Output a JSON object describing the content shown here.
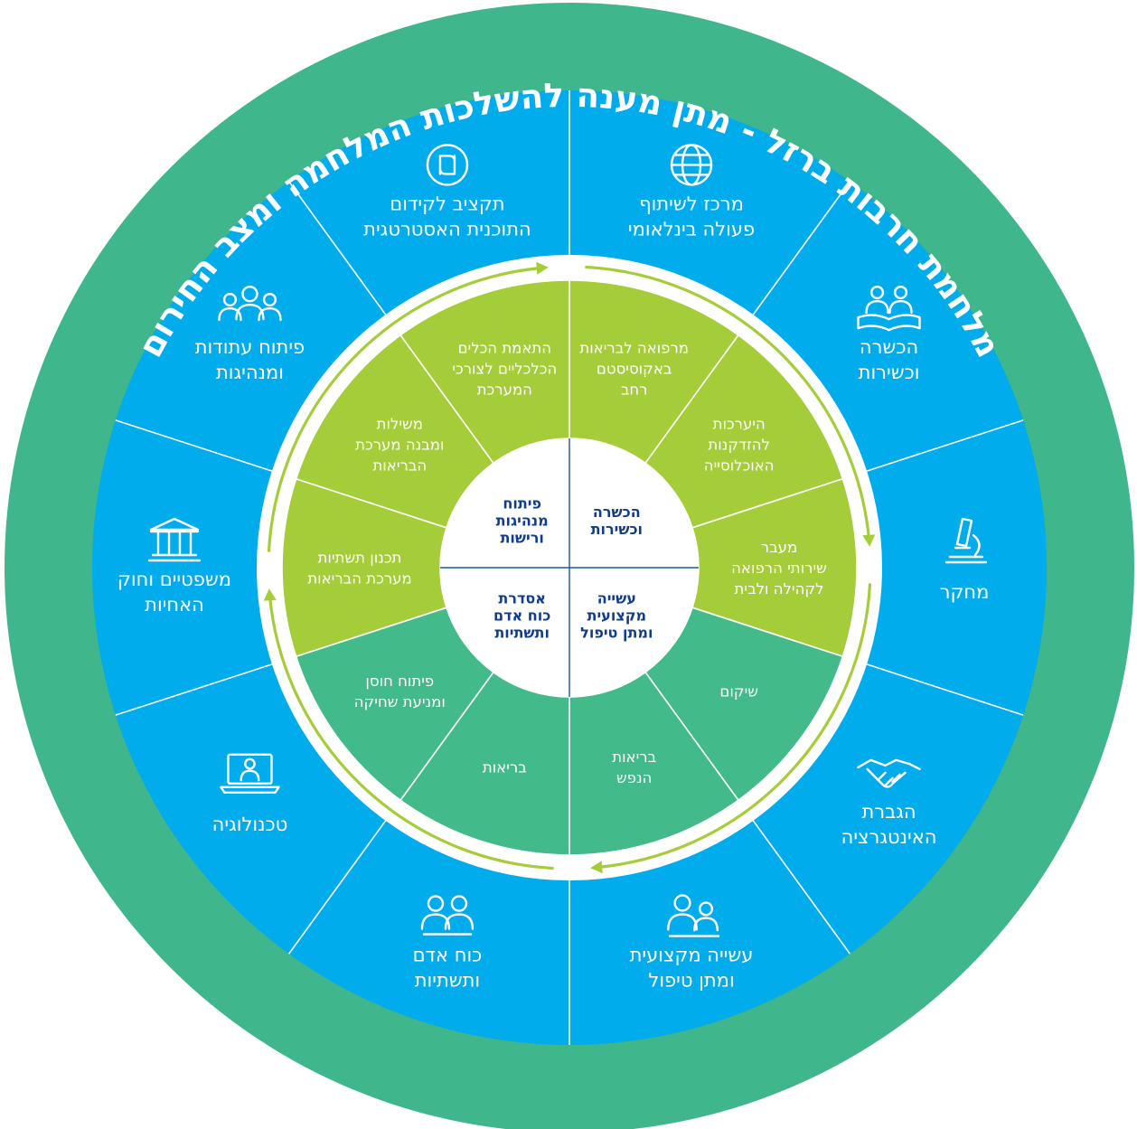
{
  "title": "מלחמת חרבות ברזל - מתן מענה להשלכות המלחמה ומצב החירום",
  "colors": {
    "outer_ring": "#3fb68b",
    "blue": "#00acec",
    "lime": "#a5cc39",
    "mid_green": "#42ba8a",
    "core": "#ffffff",
    "core_text": "#0f3c8c",
    "arrow": "#a5cc39"
  },
  "outer_segments": [
    {
      "lines": [
        "מרכז לשיתוף",
        "פעולה בינלאומי"
      ],
      "icon": "globe-icon"
    },
    {
      "lines": [
        "הכשרה",
        "וכשירות"
      ],
      "icon": "reading-people-icon"
    },
    {
      "lines": [
        "מחקר"
      ],
      "icon": "microscope-icon"
    },
    {
      "lines": [
        "הגברת",
        "האינטגרציה"
      ],
      "icon": "handshake-icon"
    },
    {
      "lines": [
        "עשייה מקצועית",
        "ומתן טיפול"
      ],
      "icon": "doctors-icon"
    },
    {
      "lines": [
        "כוח אדם",
        "ותשתיות"
      ],
      "icon": "staff-icon"
    },
    {
      "lines": [
        "טכנולוגיה"
      ],
      "icon": "laptop-user-icon"
    },
    {
      "lines": [
        "משפטיים וחוק",
        "האחיות"
      ],
      "icon": "courthouse-icon"
    },
    {
      "lines": [
        "פיתוח עתודות",
        "ומנהיגות"
      ],
      "icon": "group-icon"
    },
    {
      "lines": [
        "תקציב לקידום",
        "התוכנית האסטרטגית"
      ],
      "icon": "shekel-icon"
    }
  ],
  "middle_segments": [
    {
      "lines": [
        "מרפואה לבריאות",
        "באקוסיסטם",
        "רחב"
      ]
    },
    {
      "lines": [
        "היערכות",
        "להזדקנות",
        "האוכלוסייה"
      ]
    },
    {
      "lines": [
        "מעבר",
        "שירותי הרפואה",
        "לקהילה ולבית"
      ]
    },
    {
      "lines": [
        "שיקום"
      ]
    },
    {
      "lines": [
        "בריאות",
        "הנפש"
      ]
    },
    {
      "lines": [
        "בריאות"
      ]
    },
    {
      "lines": [
        "פיתוח חוסן",
        "ומניעת שחיקה"
      ]
    },
    {
      "lines": [
        "תכנון תשתיות",
        "מערכת הבריאות"
      ]
    },
    {
      "lines": [
        "משילות",
        "ומבנה מערכת",
        "הבריאות"
      ]
    },
    {
      "lines": [
        "התאמת הכלים",
        "הכלכליים לצורכי",
        "המערכת"
      ]
    }
  ],
  "core_quadrants": [
    {
      "lines": [
        "הכשרה",
        "וכשירות"
      ]
    },
    {
      "lines": [
        "עשייה",
        "מקצועית",
        "ומתן טיפול"
      ]
    },
    {
      "lines": [
        "אסדרת",
        "כוח אדם",
        "ותשתיות"
      ]
    },
    {
      "lines": [
        "פיתוח",
        "מנהיגות",
        "ורישות"
      ]
    }
  ]
}
